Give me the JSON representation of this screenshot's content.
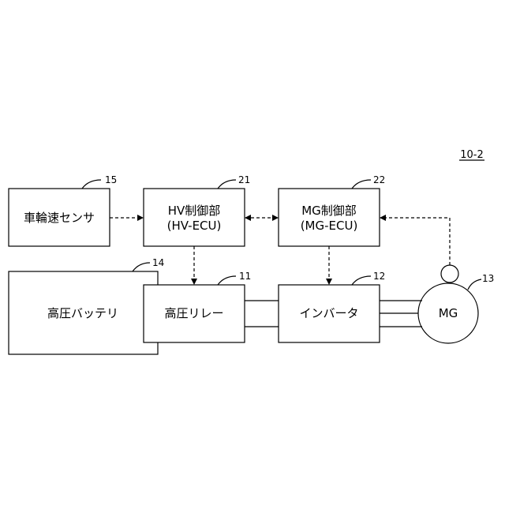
{
  "figure_label": "10-2",
  "blocks": {
    "wheel_speed_sensor": {
      "label": "車輪速センサ",
      "ref": "15"
    },
    "hv_ecu": {
      "line1": "HV制御部",
      "line2": "(HV-ECU)",
      "ref": "21"
    },
    "mg_ecu": {
      "line1": "MG制御部",
      "line2": "(MG-ECU)",
      "ref": "22"
    },
    "hv_battery": {
      "label": "高圧バッテリ",
      "ref": "14"
    },
    "hv_relay": {
      "label": "高圧リレー",
      "ref": "11"
    },
    "inverter": {
      "label": "インバータ",
      "ref": "12"
    },
    "motor_generator": {
      "label": "MG",
      "ref": "13"
    }
  }
}
